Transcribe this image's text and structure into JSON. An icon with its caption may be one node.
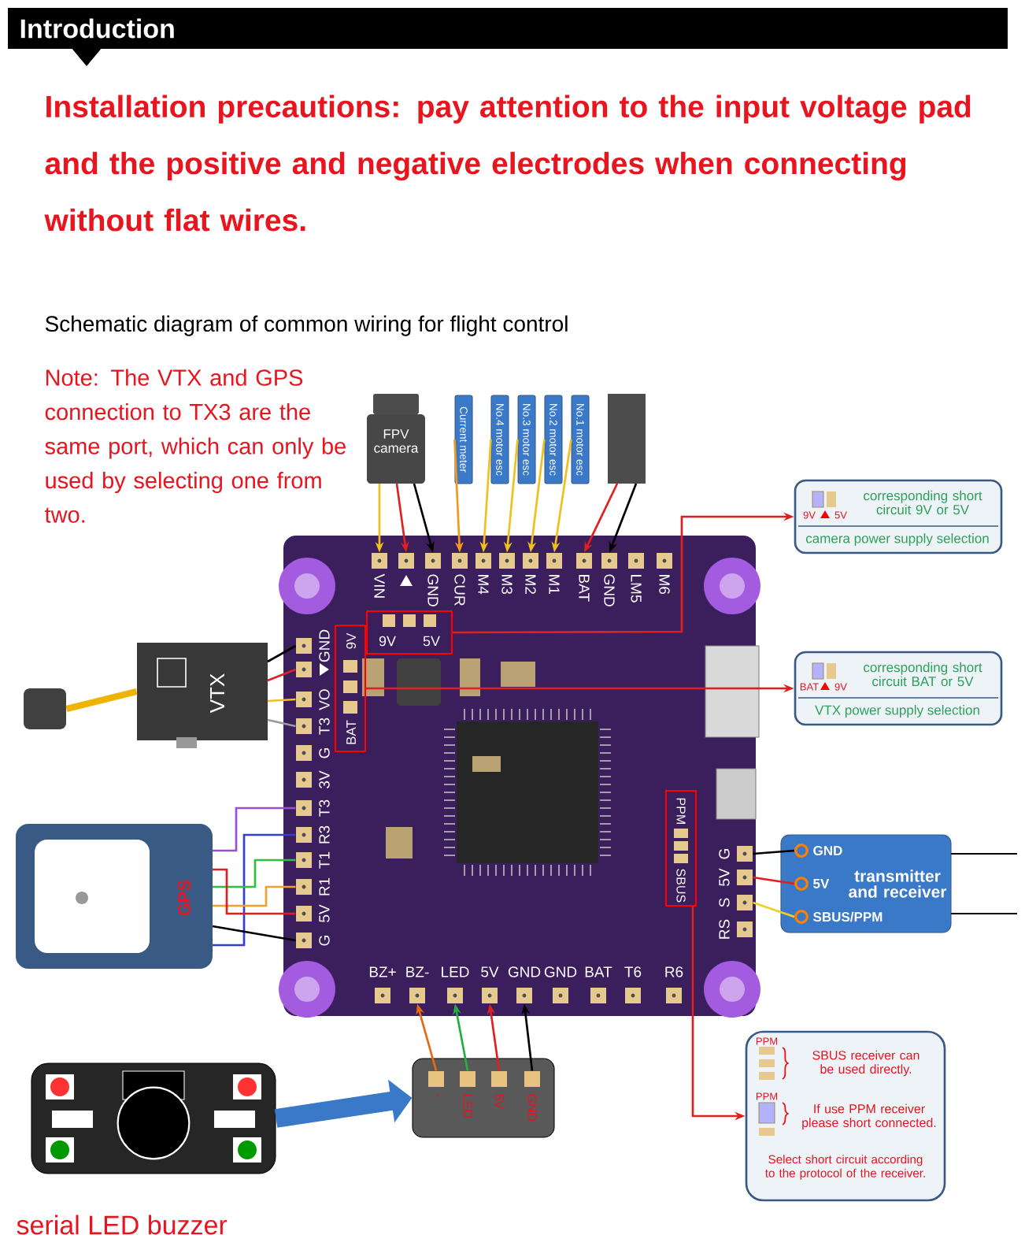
{
  "diagram": {
    "title": "Introduction",
    "nodes": [
      {
        "text": [
          "FPV camera"
        ]
      },
      {
        "text": [
          "Current meter"
        ]
      },
      {
        "text": [
          "No.4 motor esc"
        ]
      },
      {
        "text": [
          "No.3 motor esc"
        ]
      },
      {
        "text": [
          "No.2 motor esc"
        ]
      },
      {
        "text": [
          "No.1 motor esc"
        ]
      },
      {
        "text": [],
        "shape": "box"
      },
      {
        "text": [
          "9V",
          "5V",
          "corresponding short circuit 9V or 5V",
          "camera power supply selection"
        ]
      },
      {
        "text": [
          "BAT",
          "9V",
          "corresponding short circuit BAT or 5V",
          "VTX power supply selection"
        ]
      },
      {
        "text": [],
        "shape": "box"
      },
      {
        "text": [
          "VTX"
        ]
      },
      {
        "text": [
          "GPS"
        ]
      },
      {
        "text": [],
        "shape": "box"
      },
      {
        "text": [
          "VIN"
        ],
        "in": 12
      },
      {
        "text": [],
        "shape": "box",
        "in": 12
      },
      {
        "text": [
          "GND"
        ],
        "in": 12
      },
      {
        "text": [
          "CUR"
        ],
        "in": 12
      },
      {
        "text": [
          "M4"
        ],
        "in": 12
      },
      {
        "text": [
          "M3"
        ],
        "in": 12
      },
      {
        "text": [
          "M2"
        ],
        "in": 12
      },
      {
        "text": [
          "M1"
        ],
        "in": 12
      },
      {
        "text": [
          "BAT"
        ],
        "in": 12
      },
      {
        "text": [
          "GND"
        ],
        "in": 12
      },
      {
        "text": [
          "LM5"
        ],
        "in": 12
      },
      {
        "text": [
          "M6"
        ],
        "in": 12
      },
      {
        "text": [
          "GND"
        ],
        "in": 12
      },
      {
        "text": [],
        "shape": "box",
        "in": 12
      },
      {
        "text": [
          "VO"
        ],
        "in": 12
      },
      {
        "text": [
          "T3"
        ],
        "in": 12
      },
      {
        "text": [
          "G"
        ],
        "in": 12
      },
      {
        "text": [
          "3V"
        ],
        "in": 12
      },
      {
        "text": [
          "T3"
        ],
        "in": 12
      },
      {
        "text": [
          "R3"
        ],
        "in": 12
      },
      {
        "text": [
          "T1"
        ],
        "in": 12
      },
      {
        "text": [
          "R1"
        ],
        "in": 12
      },
      {
        "text": [
          "5V"
        ],
        "in": 12
      },
      {
        "text": [
          "G"
        ],
        "in": 12
      },
      {
        "text": [
          "BZ+"
        ],
        "in": 12
      },
      {
        "text": [
          "BZ-"
        ],
        "in": 12
      },
      {
        "text": [
          "LED"
        ],
        "in": 12
      },
      {
        "text": [
          "5V"
        ],
        "in": 12
      },
      {
        "text": [
          "GND"
        ],
        "in": 12
      },
      {
        "text": [
          "GND"
        ],
        "in": 12
      },
      {
        "text": [
          "BAT"
        ],
        "in": 12
      },
      {
        "text": [
          "T6"
        ],
        "in": 12
      },
      {
        "text": [
          "R6"
        ],
        "in": 12
      },
      {
        "text": [
          "G"
        ],
        "in": 12
      },
      {
        "text": [
          "5V"
        ],
        "in": 12
      },
      {
        "text": [
          "S"
        ],
        "in": 12
      },
      {
        "text": [
          "RS"
        ],
        "in": 12
      },
      {
        "text": [
          "9V",
          "5V"
        ],
        "in": 12
      },
      {
        "text": [
          "9V",
          "BAT"
        ],
        "in": 12
      },
      {
        "text": [
          "PPM",
          "SBUS"
        ],
        "in": 12
      },
      {
        "text": [
          "transmitter and receiver"
        ]
      },
      {
        "text": [
          "GND"
        ],
        "in": 53
      },
      {
        "text": [
          "5V"
        ],
        "in": 53
      },
      {
        "text": [
          "SBUS/PPM"
        ],
        "in": 53
      },
      {
        "text": [
          "PPM",
          "SBUS receiver can be used directly.",
          "PPM",
          "If use PPM receiver please short connected.",
          "Select short circuit according to the protocol of the receiver."
        ]
      },
      {
        "text": [],
        "shape": "picture"
      },
      {
        "text": [],
        "shape": "box"
      },
      {
        "text": [
          "-"
        ],
        "in": 59
      },
      {
        "text": [
          "LED"
        ],
        "in": 59
      },
      {
        "text": [
          "5V"
        ],
        "in": 59
      },
      {
        "text": [
          "GND"
        ],
        "in": 59
      }
    ],
    "edges": [
      {
        "from": 0,
        "to": 13,
        "arrow": "to",
        "color": "#f0c020"
      },
      {
        "from": 0,
        "to": 14,
        "arrow": "to",
        "color": "#e02020"
      },
      {
        "from": 0,
        "to": 15,
        "arrow": "to",
        "color": "#000000"
      },
      {
        "from": 1,
        "to": 16,
        "arrow": "to",
        "color": "#f39a1e"
      },
      {
        "from": 2,
        "to": 17,
        "arrow": "to",
        "color": "#f0c020"
      },
      {
        "from": 3,
        "to": 18,
        "arrow": "to",
        "color": "#f0c020"
      },
      {
        "from": 4,
        "to": 19,
        "arrow": "to",
        "color": "#f0c020"
      },
      {
        "from": 5,
        "to": 20,
        "arrow": "to",
        "color": "#f0c020"
      },
      {
        "from": 6,
        "to": 21,
        "arrow": "to",
        "color": "#e02020"
      },
      {
        "from": 6,
        "to": 22,
        "arrow": "to",
        "color": "#000000"
      },
      {
        "from": 50,
        "to": 7,
        "arrow": "to",
        "color": "#e02020"
      },
      {
        "from": 51,
        "to": 8,
        "arrow": "to",
        "color": "#e02020"
      },
      {
        "from": 52,
        "to": 57,
        "arrow": "to",
        "color": "#e02020"
      },
      {
        "from": 9,
        "to": 10,
        "arrow": "none",
        "style": "thick",
        "color": "#f0b400"
      },
      {
        "from": 10,
        "to": 25,
        "arrow": "none",
        "color": "#000000"
      },
      {
        "from": 10,
        "to": 26,
        "arrow": "none",
        "color": "#e02020"
      },
      {
        "from": 10,
        "to": 27,
        "arrow": "none",
        "color": "#f0c020"
      },
      {
        "from": 10,
        "to": 28,
        "arrow": "none",
        "color": "#9a9a9a"
      },
      {
        "from": 11,
        "to": 31,
        "arrow": "none",
        "color": "#9b4fd0"
      },
      {
        "from": 11,
        "to": 32,
        "arrow": "none",
        "color": "#3040d0"
      },
      {
        "from": 11,
        "to": 33,
        "arrow": "none",
        "color": "#30c040"
      },
      {
        "from": 11,
        "to": 34,
        "arrow": "none",
        "color": "#f0a030"
      },
      {
        "from": 11,
        "to": 35,
        "arrow": "none",
        "color": "#e02020"
      },
      {
        "from": 11,
        "to": 36,
        "arrow": "none",
        "color": "#000000"
      },
      {
        "from": 46,
        "to": 54,
        "arrow": "none",
        "color": "#000000"
      },
      {
        "from": 47,
        "to": 55,
        "arrow": "none",
        "color": "#e02020"
      },
      {
        "from": 48,
        "to": 56,
        "arrow": "none",
        "color": "#f0d020"
      },
      {
        "from": 60,
        "to": 38,
        "arrow": "to",
        "color": "#e86a10"
      },
      {
        "from": 61,
        "to": 39,
        "arrow": "to",
        "color": "#20b040"
      },
      {
        "from": 62,
        "to": 40,
        "arrow": "to",
        "color": "#e02020"
      },
      {
        "from": 63,
        "to": 41,
        "arrow": "to",
        "color": "#000000"
      },
      {
        "from": 58,
        "to": 59,
        "arrow": "to",
        "style": "thick",
        "color": "#3a78c8"
      }
    ],
    "labels": [
      "Installation precautions: pay attention to the input voltage pad and the positive and negative electrodes when connecting without flat wires.",
      "Schematic diagram of common wiring for flight control",
      "Note: The VTX and GPS connection to TX3 are the same port, which can only be used by selecting one from two.",
      "serial LED buzzer"
    ]
  }
}
